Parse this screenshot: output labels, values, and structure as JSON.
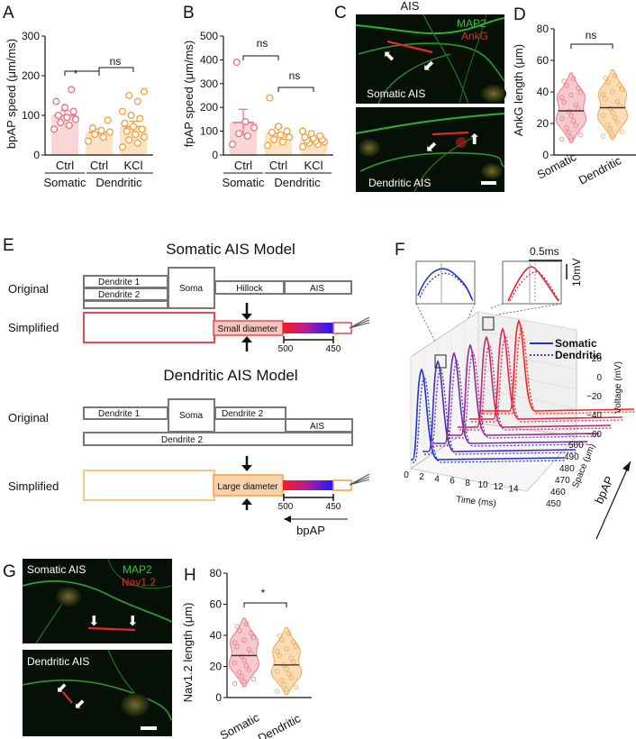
{
  "panels": {
    "A": {
      "label": "A",
      "ylabel": "bpAP speed (μm/ms)",
      "sig1": "*",
      "sig2": "ns",
      "groups": [
        "Ctrl",
        "Ctrl",
        "KCl"
      ],
      "group_labels": [
        "Somatic",
        "Dendritic"
      ]
    },
    "B": {
      "label": "B",
      "ylabel": "fpAP speed (μm/ms)",
      "sig1": "ns",
      "sig2": "ns",
      "groups": [
        "Ctrl",
        "Ctrl",
        "KCl"
      ],
      "group_labels": [
        "Somatic",
        "Dendritic"
      ]
    },
    "C": {
      "label": "C",
      "title": "AIS",
      "stain1": "MAP2",
      "stain2": "AnkG",
      "top_caption": "Somatic AIS",
      "bottom_caption": "Dendritic AIS"
    },
    "D": {
      "label": "D",
      "ylabel": "AnkG length (μm)",
      "sig": "ns",
      "groups": [
        "Somatic",
        "Dendritic"
      ]
    },
    "E": {
      "label": "E",
      "somatic_title": "Somatic AIS Model",
      "dendritic_title": "Dendritic AIS Model",
      "row_original": "Original",
      "row_simplified": "Simplified",
      "dendrite1": "Dendrite 1",
      "dendrite2": "Dendrite 2",
      "soma": "Soma",
      "hillock": "Hillock",
      "ais": "AIS",
      "small_diameter": "Small diameter",
      "large_diameter": "Large diameter",
      "pos_500": "500",
      "pos_450": "450",
      "bpap": "bpAP"
    },
    "F": {
      "label": "F",
      "scale_time": "0.5ms",
      "scale_volt": "10mV",
      "legend_somatic": "Somatic",
      "legend_dendritic": "Dendritic",
      "voltage_label": "Voltage (mV)",
      "time_label": "Time (ms)",
      "space_label": "Space (μm)",
      "bpap": "bpAP",
      "volt_ticks": [
        "20",
        "0",
        "−20",
        "−40",
        "−60"
      ],
      "time_ticks": [
        "0",
        "2",
        "4",
        "6",
        "8",
        "10",
        "12",
        "14"
      ],
      "space_ticks": [
        "500",
        "490",
        "480",
        "470",
        "460",
        "450"
      ]
    },
    "G": {
      "label": "G",
      "stain1": "MAP2",
      "stain2": "Nav1.2",
      "top_caption": "Somatic AIS",
      "bottom_caption": "Dendritic AIS"
    },
    "H": {
      "label": "H",
      "ylabel": "Nav1.2 length (μm)",
      "sig": "*",
      "groups": [
        "Somatic",
        "Dendritic"
      ]
    }
  },
  "colors": {
    "somatic": "#e8707e",
    "dendritic": "#f0a040",
    "map2": "#3fbf3f",
    "red_stain": "#e02a2a"
  },
  "chart_data": [
    {
      "type": "bar",
      "panel": "A",
      "ylabel": "bpAP speed (μm/ms)",
      "ylim": [
        0,
        300
      ],
      "yticks": [
        0,
        100,
        200,
        300
      ],
      "categories": [
        "Ctrl",
        "Ctrl",
        "KCl"
      ],
      "values": [
        100,
        57,
        72
      ],
      "errors": [
        12,
        8,
        13
      ],
      "points": [
        [
          65,
          75,
          82,
          90,
          95,
          100,
          110,
          120,
          135,
          165
        ],
        [
          35,
          45,
          52,
          58,
          62,
          68,
          88
        ],
        [
          20,
          30,
          38,
          45,
          52,
          60,
          65,
          72,
          80,
          92,
          100,
          110,
          135,
          150,
          160
        ]
      ]
    },
    {
      "type": "bar",
      "panel": "B",
      "ylabel": "fpAP speed (μm/ms)",
      "ylim": [
        0,
        500
      ],
      "yticks": [
        0,
        100,
        200,
        300,
        400,
        500
      ],
      "categories": [
        "Ctrl",
        "Ctrl",
        "KCl"
      ],
      "values": [
        137,
        92,
        65
      ],
      "errors": [
        55,
        22,
        8
      ],
      "points": [
        [
          45,
          80,
          90,
          115,
          140,
          390
        ],
        [
          40,
          55,
          65,
          75,
          85,
          95,
          100,
          120,
          240
        ],
        [
          35,
          45,
          50,
          55,
          58,
          62,
          65,
          70,
          75,
          80,
          90,
          100
        ]
      ]
    },
    {
      "type": "violin",
      "panel": "D",
      "ylabel": "AnkG length (μm)",
      "ylim": [
        0,
        80
      ],
      "yticks": [
        0,
        20,
        40,
        60,
        80
      ],
      "categories": [
        "Somatic",
        "Dendritic"
      ],
      "medians": [
        28,
        30
      ]
    },
    {
      "type": "violin",
      "panel": "H",
      "ylabel": "Nav1.2 length (μm)",
      "ylim": [
        0,
        80
      ],
      "yticks": [
        0,
        20,
        40,
        60,
        80
      ],
      "categories": [
        "Somatic",
        "Dendritic"
      ],
      "medians": [
        27,
        21
      ]
    }
  ]
}
